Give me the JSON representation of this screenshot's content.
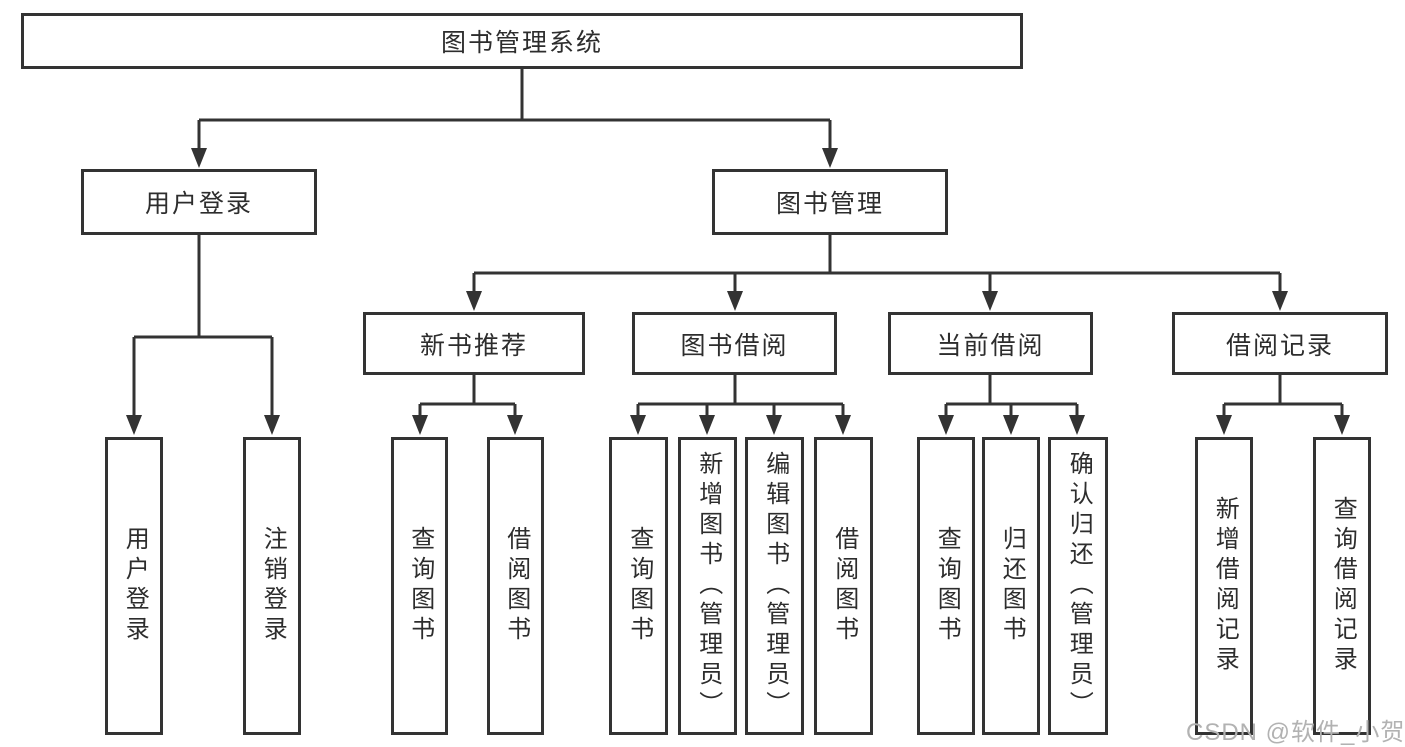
{
  "colors": {
    "line": "#333333",
    "text": "#2d2d2d",
    "watermark": "#b2b2b2",
    "background": "#ffffff"
  },
  "watermark": {
    "text": "CSDN @软件_小贺同学"
  },
  "diagram": {
    "root": {
      "label": "图书管理系统"
    },
    "branches": [
      {
        "label": "用户登录",
        "children": [
          {
            "label": "用户登录"
          },
          {
            "label": "注销登录"
          }
        ]
      },
      {
        "label": "图书管理",
        "children": [
          {
            "label": "新书推荐",
            "children": [
              {
                "label": "查询图书"
              },
              {
                "label": "借阅图书"
              }
            ]
          },
          {
            "label": "图书借阅",
            "children": [
              {
                "label": "查询图书"
              },
              {
                "label": "新增图书（管理员）"
              },
              {
                "label": "编辑图书（管理员）"
              },
              {
                "label": "借阅图书"
              }
            ]
          },
          {
            "label": "当前借阅",
            "children": [
              {
                "label": "查询图书"
              },
              {
                "label": "归还图书"
              },
              {
                "label": "确认归还（管理员）"
              }
            ]
          },
          {
            "label": "借阅记录",
            "children": [
              {
                "label": "新增借阅记录"
              },
              {
                "label": "查询借阅记录"
              }
            ]
          }
        ]
      }
    ]
  }
}
